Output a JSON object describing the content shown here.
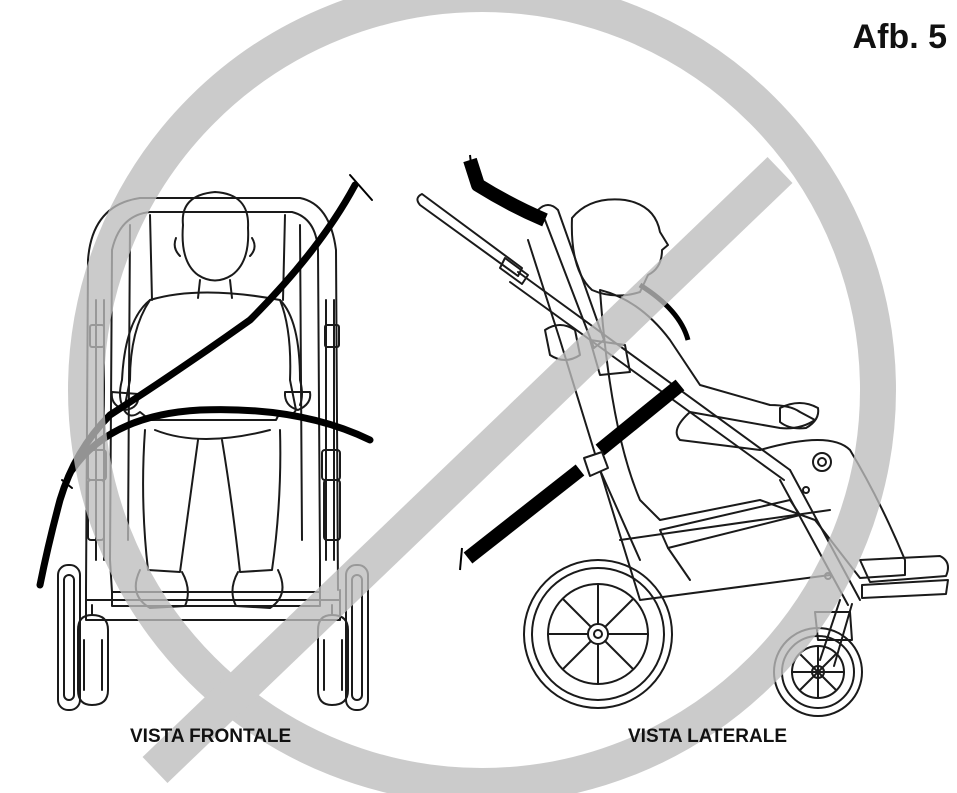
{
  "figure": {
    "number_label": "Afb. 5",
    "front_view_label": "VISTA FRONTALE",
    "side_view_label": "VISTA LATERALE"
  },
  "prohibition_sign": {
    "meaning": "prohibited",
    "color": "#bdbdbd"
  },
  "colors": {
    "line": "#1a1a1a",
    "belt": "#000000",
    "background": "#ffffff"
  }
}
